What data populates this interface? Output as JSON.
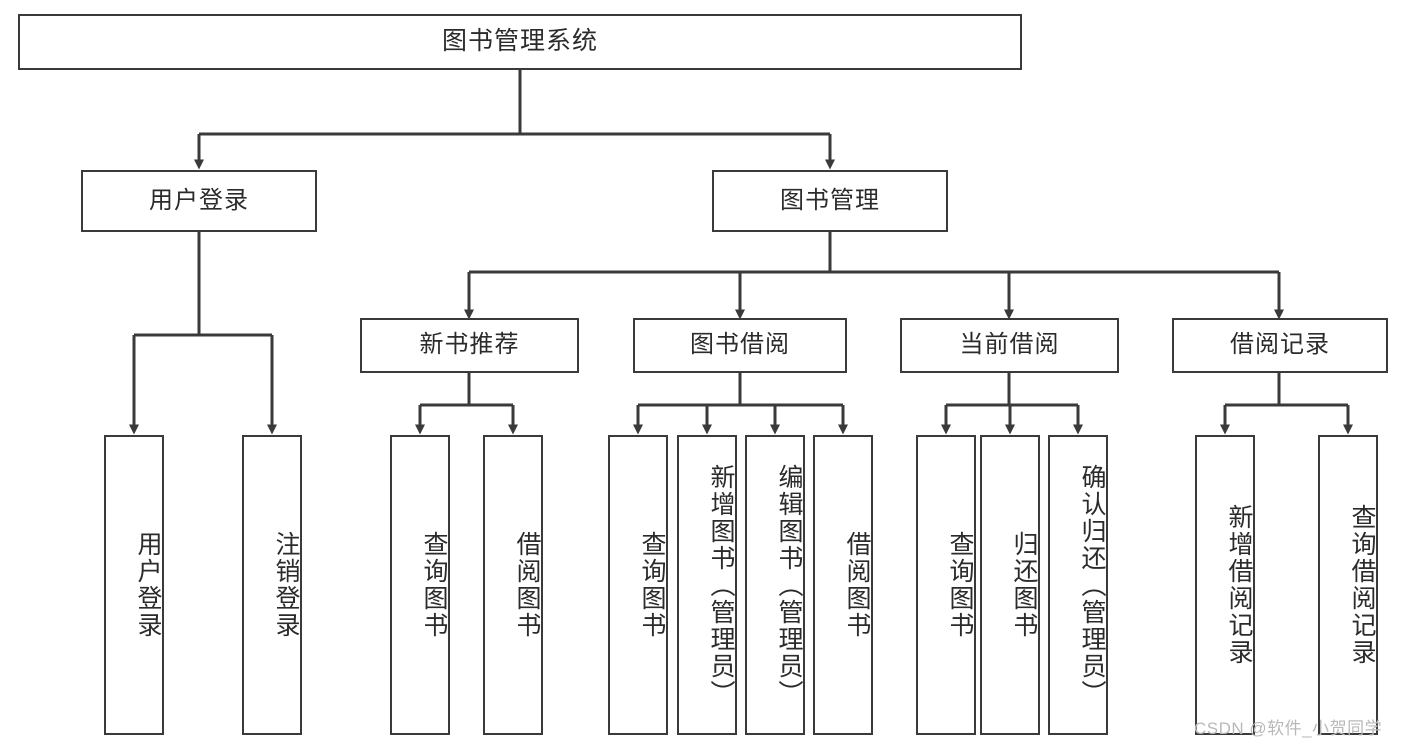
{
  "diagram": {
    "title": "图书管理系统",
    "type": "tree",
    "watermark": "CSDN @软件_小贺同学",
    "colors": {
      "stroke": "#3a3a3a",
      "text": "#2b2b2b",
      "background": "#ffffff",
      "watermark": "#b9b9b9"
    },
    "nodes": {
      "root": {
        "label": "图书管理系统"
      },
      "level1": [
        {
          "id": "user-login",
          "label": "用户登录"
        },
        {
          "id": "book-manage",
          "label": "图书管理"
        }
      ],
      "level2": [
        {
          "id": "new-book-recommend",
          "label": "新书推荐"
        },
        {
          "id": "book-borrow",
          "label": "图书借阅"
        },
        {
          "id": "current-borrow",
          "label": "当前借阅"
        },
        {
          "id": "borrow-record",
          "label": "借阅记录"
        }
      ],
      "leaves": {
        "user-login": [
          {
            "id": "leaf-user-login",
            "label": "用户登录"
          },
          {
            "id": "leaf-logout-login",
            "label": "注销登录"
          }
        ],
        "new-book-recommend": [
          {
            "id": "leaf-query-book-1",
            "label": "查询图书"
          },
          {
            "id": "leaf-borrow-book-1",
            "label": "借阅图书"
          }
        ],
        "book-borrow": [
          {
            "id": "leaf-query-book-2",
            "label": "查询图书"
          },
          {
            "id": "leaf-add-book",
            "label": "新增图书（管理员）"
          },
          {
            "id": "leaf-edit-book",
            "label": "编辑图书（管理员）"
          },
          {
            "id": "leaf-borrow-book-2",
            "label": "借阅图书"
          }
        ],
        "current-borrow": [
          {
            "id": "leaf-query-book-3",
            "label": "查询图书"
          },
          {
            "id": "leaf-return-book",
            "label": "归还图书"
          },
          {
            "id": "leaf-confirm-return",
            "label": "确认归还（管理员）"
          }
        ],
        "borrow-record": [
          {
            "id": "leaf-add-record",
            "label": "新增借阅记录"
          },
          {
            "id": "leaf-query-record",
            "label": "查询借阅记录"
          }
        ]
      }
    }
  }
}
